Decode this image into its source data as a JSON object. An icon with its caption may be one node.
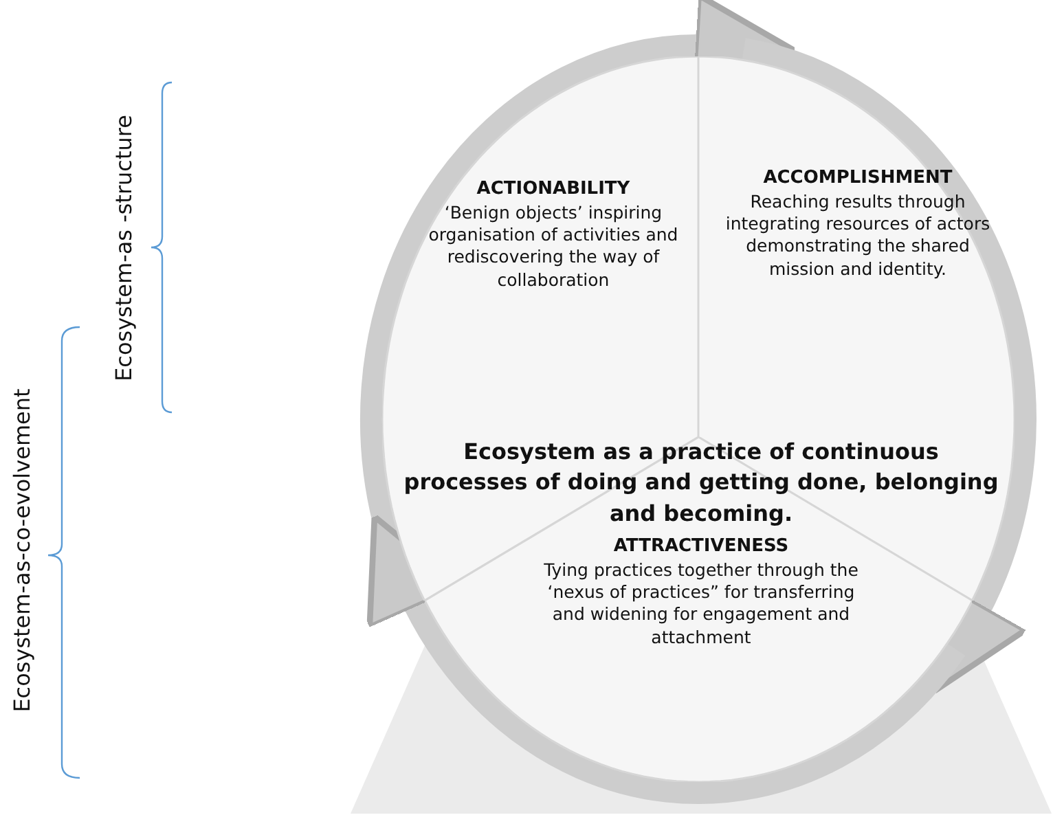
{
  "diagram": {
    "nodes": [
      {
        "text": [
          "ACTIONABILITY",
          "‘Benign objects’ inspiring organisation of activities and rediscovering the way of collaboration"
        ]
      },
      {
        "text": [
          "ACCOMPLISHMENT",
          "Reaching results through integrating resources of actors demonstrating the shared mission and identity."
        ]
      },
      {
        "text": [
          "ATTRACTIVENESS",
          "Tying practices together through the ‘nexus of practices” for transferring and widening for engagement and attachment"
        ]
      }
    ],
    "edges": [
      {
        "from": 0,
        "to": 1,
        "arrow": "to"
      },
      {
        "from": 1,
        "to": 2,
        "arrow": "to"
      },
      {
        "from": 2,
        "to": 0,
        "arrow": "to"
      }
    ],
    "labels": [
      "Ecosystem-as -structure",
      "Ecosystem-as-co-evolvement",
      "Ecosystem as a practice of continuous processes of doing and getting done, belonging and becoming."
    ]
  }
}
